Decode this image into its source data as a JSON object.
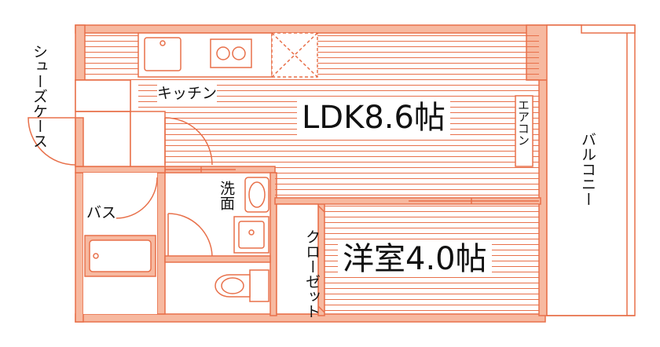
{
  "colors": {
    "wall": "#f7b9a0",
    "line": "#e8704a",
    "floor_line": "#e8704a",
    "text": "#111111"
  },
  "rooms": {
    "ldk": "LDK8.6帖",
    "western": "洋室4.0帖",
    "kitchen": "キッチン",
    "bath": "バス",
    "washroom": "洗面",
    "closet": "クローゼット",
    "aircon": "エアコン",
    "balcony": "バルコニー",
    "shoe_case": "シューズケース"
  },
  "icons": {
    "sink": "kitchen-sink-icon",
    "stove": "stove-icon",
    "fridge_space": "fridge-space-icon",
    "washbasin": "washbasin-icon",
    "washer": "washer-pan-icon",
    "toilet": "toilet-icon",
    "bathtub": "bathtub-icon",
    "door": "door-swing-icon"
  }
}
